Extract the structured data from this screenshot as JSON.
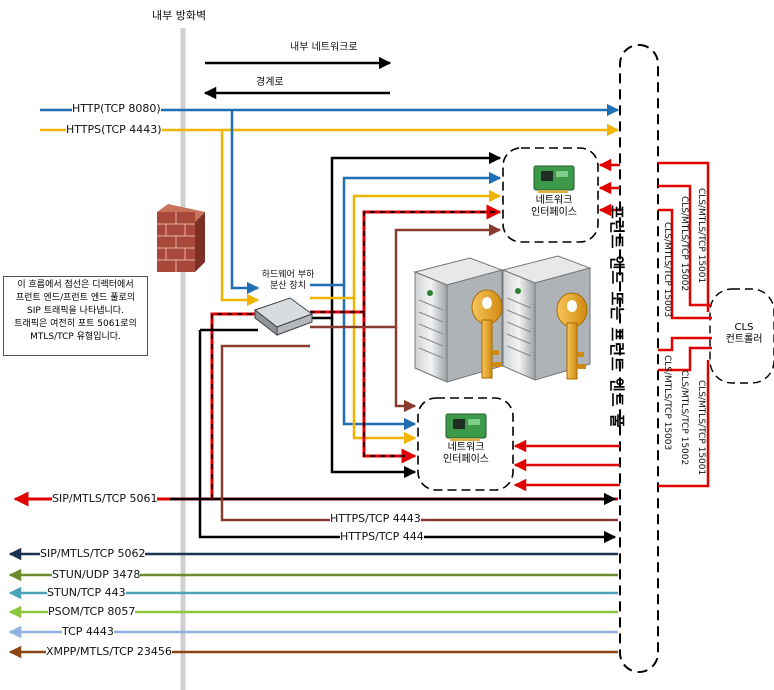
{
  "firewall_label": "내부 방화벽",
  "direction_inner": "내부 네트워크로",
  "direction_edge": "경계로",
  "top_flows": [
    {
      "label": "HTTP(TCP 8080)",
      "color": "#1f6fb5"
    },
    {
      "label": "HTTPS(TCP 4443)",
      "color": "#f0b400"
    }
  ],
  "load_balancer_label": "하드웨어 부하\n분산 장치",
  "note_text": "이 흐름에서 점선은 디렉터에서\n프런트 엔드/프런트 엔드 풀로의\nSIP 트래픽을 나타냅니다.\n트래픽은 여전히 포트 5061로의\nMTLS/TCP 유형입니다.",
  "nic_label": "네트워크\n인터페이스",
  "front_end_pool_label": "프런트 엔드 또는 프런트 엔드 풀",
  "cls_controller_label": "CLS\n컨트롤러",
  "cls_ports_upper": [
    "CLS/MTLS/TCP 15001",
    "CLS/MTLS/TCP 15002",
    "CLS/MTLS/TCP 15003"
  ],
  "cls_ports_lower": [
    "CLS/MTLS/TCP 15001",
    "CLS/MTLS/TCP 15002",
    "CLS/MTLS/TCP 15003"
  ],
  "sip_flow": {
    "label": "SIP/MTLS/TCP 5061",
    "color": "#e00000"
  },
  "mid_flows": [
    {
      "label": "HTTPS/TCP 4443",
      "color": "#8b3a2f"
    },
    {
      "label": "HTTPS/TCP 444",
      "color": "#000000"
    }
  ],
  "bottom_flows": [
    {
      "label": "SIP/MTLS/TCP 5062",
      "color": "#1b3350"
    },
    {
      "label": "STUN/UDP 3478",
      "color": "#6e8b2e"
    },
    {
      "label": "STUN/TCP 443",
      "color": "#4aa3b8"
    },
    {
      "label": "PSOM/TCP 8057",
      "color": "#8cc63f"
    },
    {
      "label": "TCP 4443",
      "color": "#8fb0e0"
    },
    {
      "label": "XMPP/MTLS/TCP 23456",
      "color": "#8b4513"
    }
  ]
}
